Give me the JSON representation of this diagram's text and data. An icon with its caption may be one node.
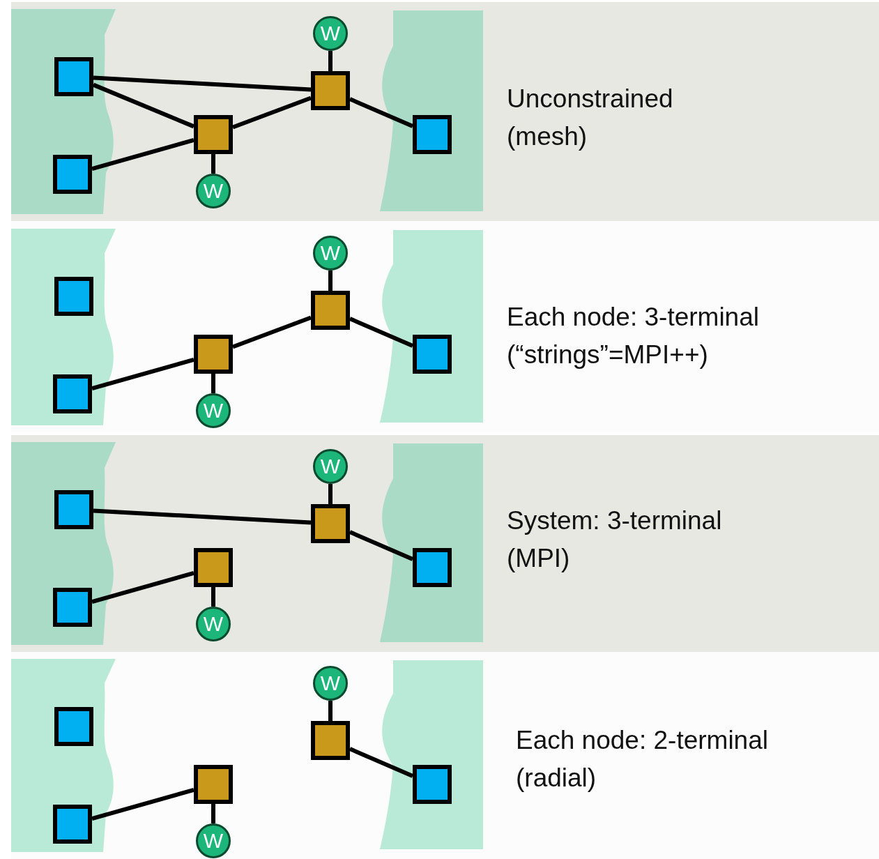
{
  "diagram": {
    "nodes": [
      {
        "text": [
          "Unconstrained (mesh)"
        ]
      },
      {
        "text": [],
        "shape": "box",
        "in": 0
      },
      {
        "text": [],
        "shape": "box",
        "in": 0
      },
      {
        "text": [],
        "shape": "box",
        "in": 0
      },
      {
        "text": [],
        "shape": "box",
        "in": 0
      },
      {
        "text": [],
        "shape": "box",
        "in": 0
      },
      {
        "text": [
          "W"
        ],
        "in": 0
      },
      {
        "text": [
          "W"
        ],
        "in": 0
      },
      {
        "text": [
          "Each node: 3-terminal (“strings”=MPI++)"
        ]
      },
      {
        "text": [],
        "shape": "box",
        "in": 8
      },
      {
        "text": [],
        "shape": "box",
        "in": 8
      },
      {
        "text": [],
        "shape": "box",
        "in": 8
      },
      {
        "text": [],
        "shape": "box",
        "in": 8
      },
      {
        "text": [],
        "shape": "box",
        "in": 8
      },
      {
        "text": [
          "W"
        ],
        "in": 8
      },
      {
        "text": [
          "W"
        ],
        "in": 8
      },
      {
        "text": [
          "System: 3-terminal (MPI)"
        ]
      },
      {
        "text": [],
        "shape": "box",
        "in": 16
      },
      {
        "text": [],
        "shape": "box",
        "in": 16
      },
      {
        "text": [],
        "shape": "box",
        "in": 16
      },
      {
        "text": [],
        "shape": "box",
        "in": 16
      },
      {
        "text": [],
        "shape": "box",
        "in": 16
      },
      {
        "text": [
          "W"
        ],
        "in": 16
      },
      {
        "text": [
          "W"
        ],
        "in": 16
      },
      {
        "text": [
          "Each node: 2-terminal (radial)"
        ]
      },
      {
        "text": [],
        "shape": "box",
        "in": 24
      },
      {
        "text": [],
        "shape": "box",
        "in": 24
      },
      {
        "text": [],
        "shape": "box",
        "in": 24
      },
      {
        "text": [],
        "shape": "box",
        "in": 24
      },
      {
        "text": [],
        "shape": "box",
        "in": 24
      },
      {
        "text": [
          "W"
        ],
        "in": 24
      },
      {
        "text": [
          "W"
        ],
        "in": 24
      }
    ],
    "edges": [
      {
        "from": 1,
        "to": 4,
        "arrow": "none"
      },
      {
        "from": 1,
        "to": 3,
        "arrow": "none"
      },
      {
        "from": 2,
        "to": 3,
        "arrow": "none"
      },
      {
        "from": 3,
        "to": 4,
        "arrow": "none"
      },
      {
        "from": 4,
        "to": 5,
        "arrow": "none"
      },
      {
        "from": 6,
        "to": 4,
        "arrow": "none"
      },
      {
        "from": 3,
        "to": 7,
        "arrow": "none"
      },
      {
        "from": 10,
        "to": 11,
        "arrow": "none"
      },
      {
        "from": 11,
        "to": 12,
        "arrow": "none"
      },
      {
        "from": 12,
        "to": 13,
        "arrow": "none"
      },
      {
        "from": 14,
        "to": 12,
        "arrow": "none"
      },
      {
        "from": 11,
        "to": 15,
        "arrow": "none"
      },
      {
        "from": 17,
        "to": 20,
        "arrow": "none"
      },
      {
        "from": 18,
        "to": 19,
        "arrow": "none"
      },
      {
        "from": 20,
        "to": 21,
        "arrow": "none"
      },
      {
        "from": 22,
        "to": 20,
        "arrow": "none"
      },
      {
        "from": 19,
        "to": 23,
        "arrow": "none"
      },
      {
        "from": 26,
        "to": 27,
        "arrow": "none"
      },
      {
        "from": 28,
        "to": 29,
        "arrow": "none"
      },
      {
        "from": 30,
        "to": 28,
        "arrow": "none"
      },
      {
        "from": 27,
        "to": 31,
        "arrow": "none"
      }
    ]
  }
}
